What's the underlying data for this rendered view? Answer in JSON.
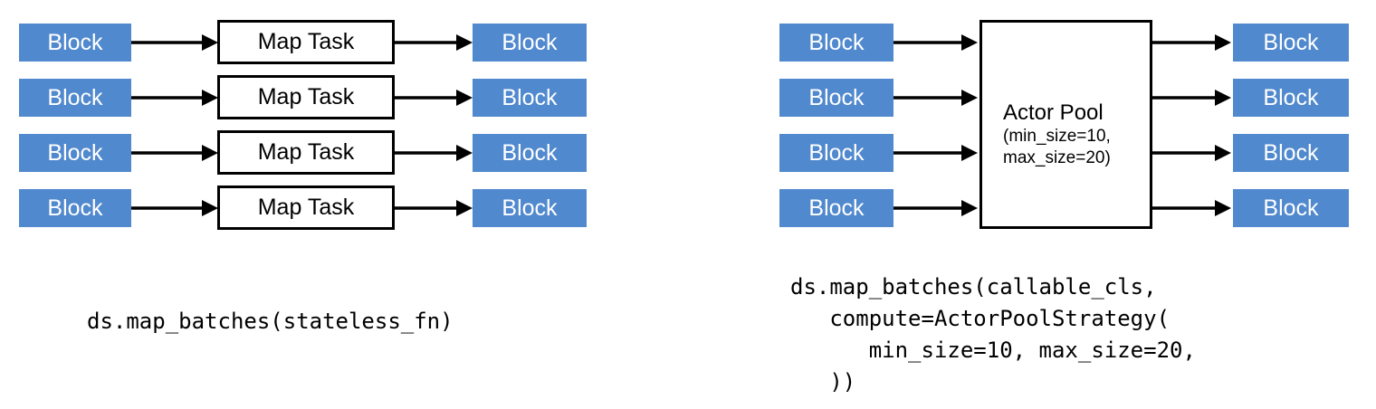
{
  "diagram": {
    "title_text": "",
    "colors": {
      "block_fill": "#5189ce",
      "block_text": "#ffffff",
      "box_stroke": "#000000",
      "box_fill": "#ffffff",
      "arrow": "#000000",
      "background": "#ffffff"
    },
    "left_panel": {
      "input_blocks": [
        {
          "label": "Block"
        },
        {
          "label": "Block"
        },
        {
          "label": "Block"
        },
        {
          "label": "Block"
        }
      ],
      "tasks": [
        {
          "label": "Map Task"
        },
        {
          "label": "Map Task"
        },
        {
          "label": "Map Task"
        },
        {
          "label": "Map Task"
        }
      ],
      "output_blocks": [
        {
          "label": "Block"
        },
        {
          "label": "Block"
        },
        {
          "label": "Block"
        },
        {
          "label": "Block"
        }
      ],
      "caption": "ds.map_batches(stateless_fn)"
    },
    "right_panel": {
      "input_blocks": [
        {
          "label": "Block"
        },
        {
          "label": "Block"
        },
        {
          "label": "Block"
        },
        {
          "label": "Block"
        }
      ],
      "pool": {
        "title": "Actor Pool",
        "params_line1": "(min_size=10,",
        "params_line2": "max_size=20)"
      },
      "output_blocks": [
        {
          "label": "Block"
        },
        {
          "label": "Block"
        },
        {
          "label": "Block"
        },
        {
          "label": "Block"
        }
      ],
      "caption": "ds.map_batches(callable_cls,\n   compute=ActorPoolStrategy(\n      min_size=10, max_size=20,\n   ))"
    }
  }
}
